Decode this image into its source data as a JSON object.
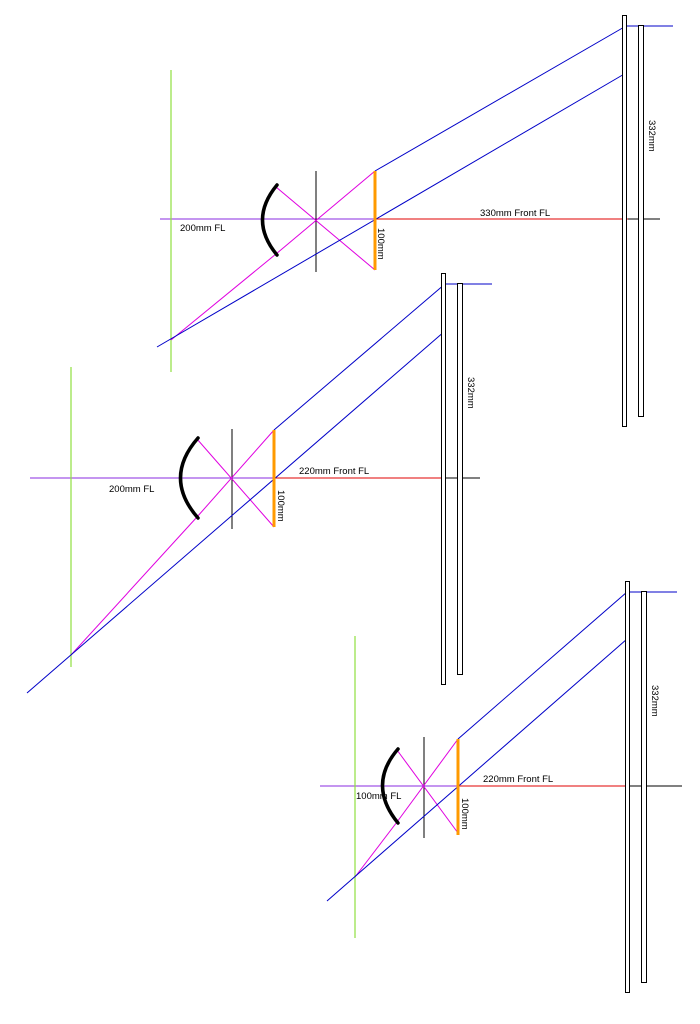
{
  "colors": {
    "axis": "#000000",
    "image_side_axis": "#e00000",
    "object_side_axis": "#8a2be2",
    "chief_rays": "#0000c8",
    "construction_rays": "#e000e0",
    "focal_plane": "#90e040",
    "aperture": "#ff9a00",
    "mirror": "#000000",
    "screen": "#000000"
  },
  "diagrams": [
    {
      "name": "setup-1",
      "focal_label": "200mm FL",
      "front_focal_label": "330mm Front FL",
      "aperture_label": "100mm",
      "screen_label": "332mm"
    },
    {
      "name": "setup-2",
      "focal_label": "200mm FL",
      "front_focal_label": "220mm Front FL",
      "aperture_label": "100mm",
      "screen_label": "332mm"
    },
    {
      "name": "setup-3",
      "focal_label": "100mm FL",
      "front_focal_label": "220mm Front FL",
      "aperture_label": "100mm",
      "screen_label": "332mm"
    }
  ]
}
